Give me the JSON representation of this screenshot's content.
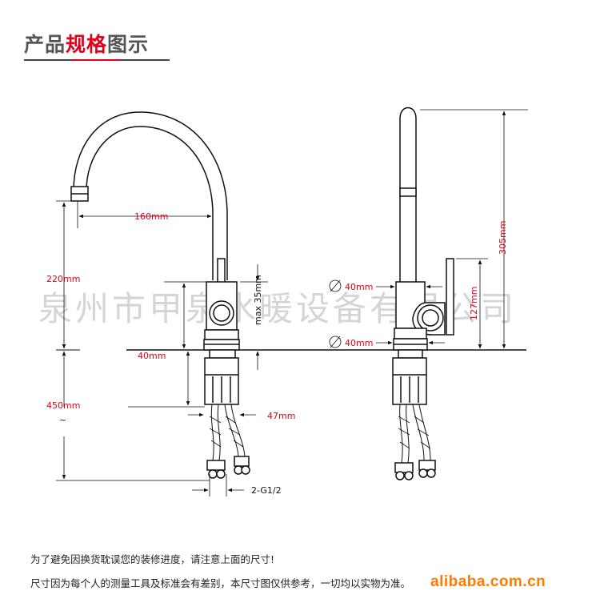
{
  "title": {
    "part1": "产品",
    "part2": "规格",
    "part3": "图示"
  },
  "watermark": "泉州市甲泉水暖设备有限公司",
  "dimensions": {
    "spout_reach": "160mm",
    "height_220": "220mm",
    "handle_max": "max 35mm",
    "below_counter": "40mm",
    "hose_length": "450mm",
    "shank_width": "47mm",
    "thread": "2-G1/2",
    "diameter_top": "40mm",
    "diameter_base": "40mm",
    "handle_height": "127mm",
    "total_height": "305mm",
    "tilde": "~"
  },
  "notes": {
    "line1": "为了避免因换货耽误您的装修进度，请注意上面的尺寸!",
    "line2": "尺寸因为每个人的测量工具及标准会有差别，本尺寸图仅供参考，一切均以实物为准。"
  },
  "logo": "alibaba.com.cn",
  "colors": {
    "accent": "#e0001b",
    "logo": "#ff7a00"
  }
}
